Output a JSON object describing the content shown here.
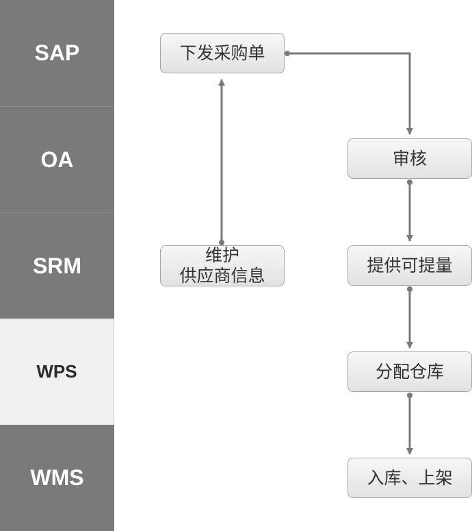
{
  "lanes": [
    {
      "label": "SAP"
    },
    {
      "label": "OA"
    },
    {
      "label": "SRM"
    },
    {
      "label": "WPS"
    },
    {
      "label": "WMS"
    }
  ],
  "nodes": {
    "issue_po": "下发采购单",
    "audit": "审核",
    "maintain_supplier": "维护\n供应商信息",
    "provide_qty": "提供可提量",
    "assign_warehouse": "分配仓库",
    "putaway": "入库、上架"
  }
}
